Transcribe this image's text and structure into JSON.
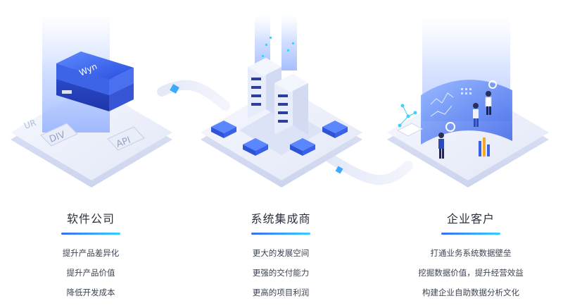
{
  "columns": [
    {
      "title": "软件公司",
      "items": [
        "提升产品差异化",
        "提升产品价值",
        "降低开发成本"
      ]
    },
    {
      "title": "系统集成商",
      "items": [
        "更大的发展空间",
        "更强的交付能力",
        "更高的项目利润"
      ]
    },
    {
      "title": "企业客户",
      "items": [
        "打通业务系统数据壁垒",
        "挖掘数据价值，提升经营效益",
        "构建企业自助数据分析文化"
      ]
    }
  ],
  "illustration": {
    "box_label": "Wyn",
    "chip_left": "DIV",
    "chip_right": "API",
    "chip_partial": "UR"
  },
  "colors": {
    "accent_blue": "#3a6cf4",
    "accent_cyan": "#33d0ff",
    "platform": "#eef1fb",
    "text": "#2a2f3a"
  }
}
